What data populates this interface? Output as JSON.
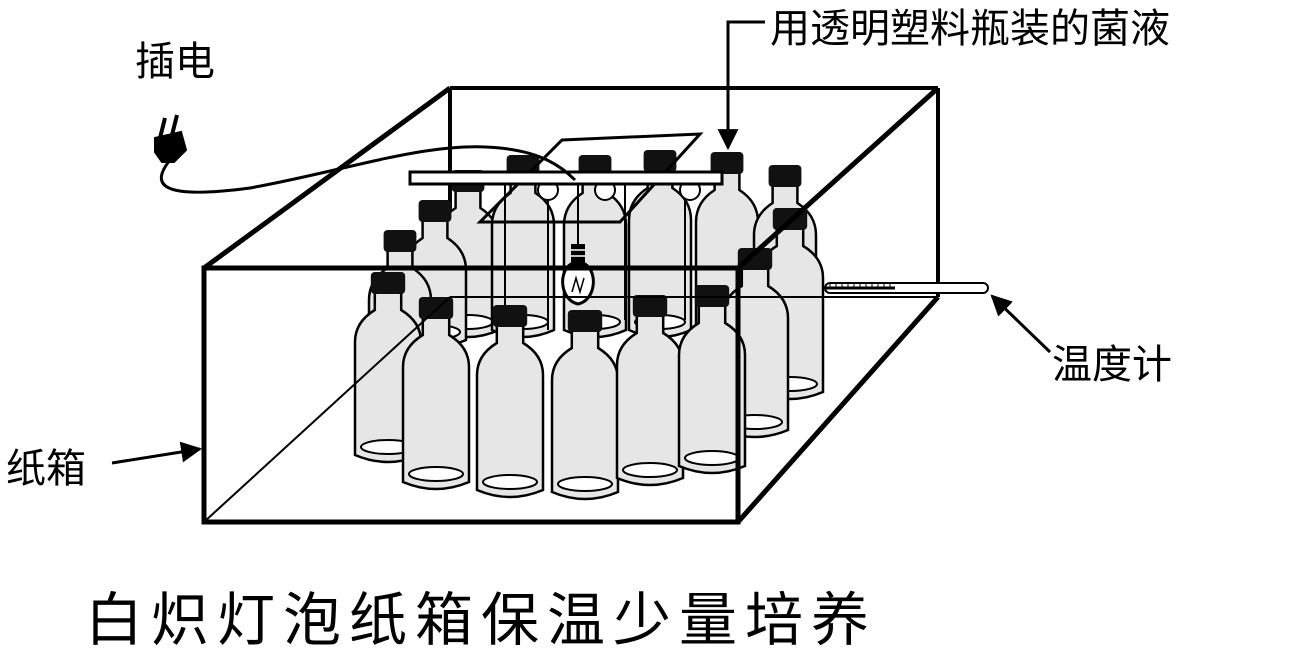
{
  "labels": {
    "plug": "插电",
    "bottles": "用透明塑料瓶装的菌液",
    "thermometer": "温度计",
    "box": "纸箱"
  },
  "caption": "白炽灯泡纸箱保温少量培养",
  "colors": {
    "line": "#000000",
    "bottle_fill": "#e6e6e6",
    "cap": "#111111",
    "background": "#ffffff"
  }
}
